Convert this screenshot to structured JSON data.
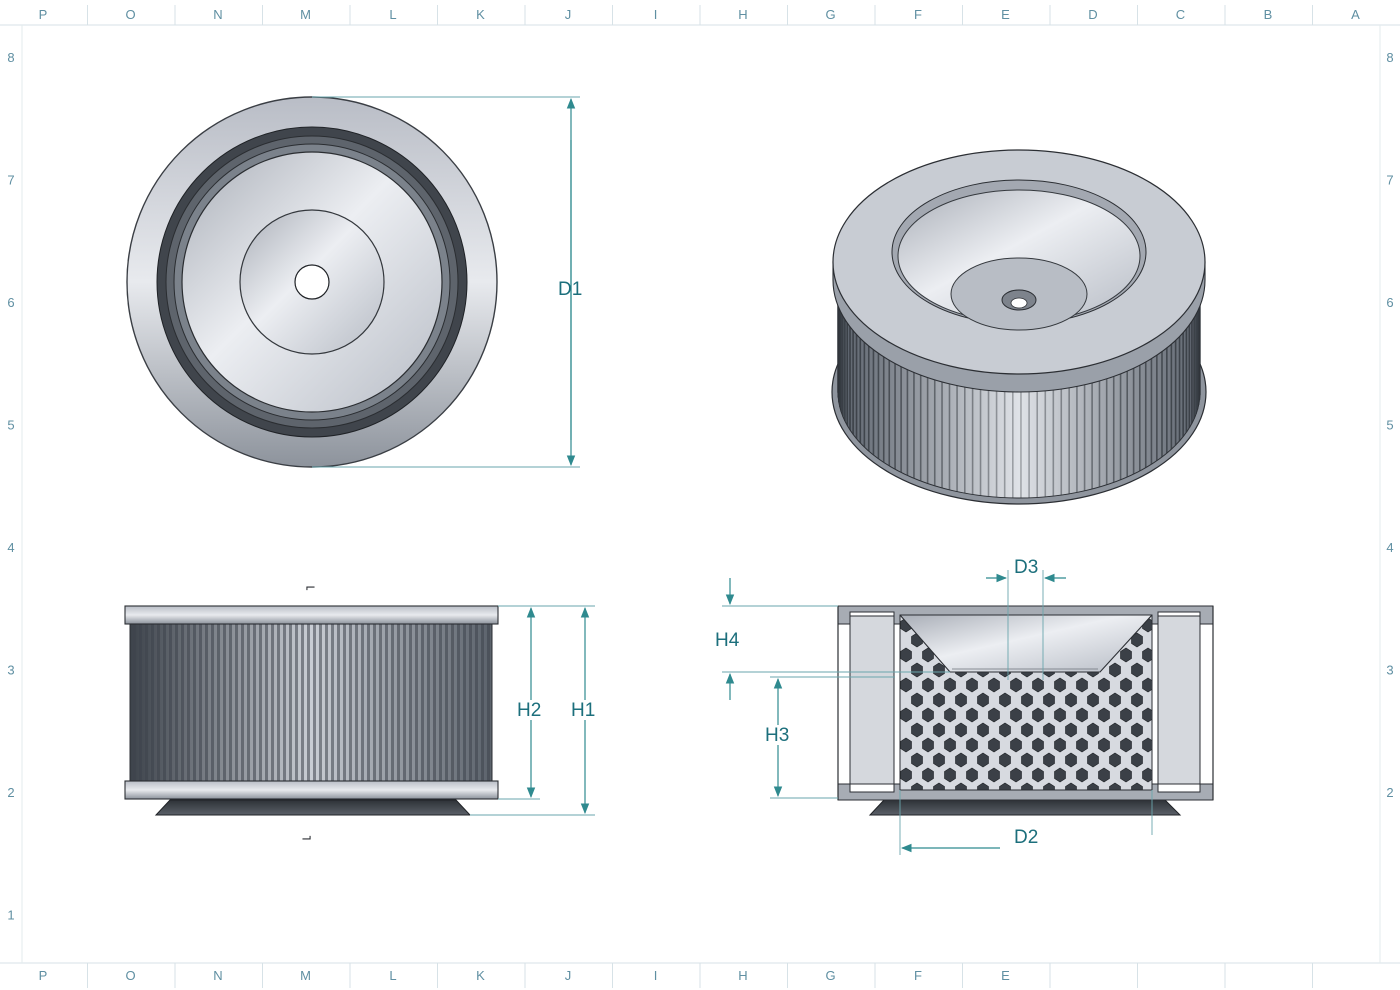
{
  "sheet": {
    "columns_top": [
      "P",
      "O",
      "N",
      "M",
      "L",
      "K",
      "J",
      "I",
      "H",
      "G",
      "F",
      "E",
      "D",
      "C",
      "B",
      "A"
    ],
    "columns_bottom": [
      "P",
      "O",
      "N",
      "M",
      "L",
      "K",
      "J",
      "I",
      "H",
      "G",
      "F",
      "E"
    ],
    "rows": [
      "8",
      "7",
      "6",
      "5",
      "4",
      "3",
      "2",
      "1"
    ]
  },
  "dimensions": {
    "d1": "D1",
    "h1": "H1",
    "h2": "H2",
    "h3": "H3",
    "h4": "H4",
    "d2": "D2",
    "d3": "D3"
  },
  "section_marks": {
    "top": "⌐",
    "bottom": "⌐"
  },
  "colors": {
    "dimension": "#1c6f7c",
    "frame": "#5f8fa2",
    "metal_dark": "#5d6570",
    "metal_light": "#e4e7ec"
  }
}
